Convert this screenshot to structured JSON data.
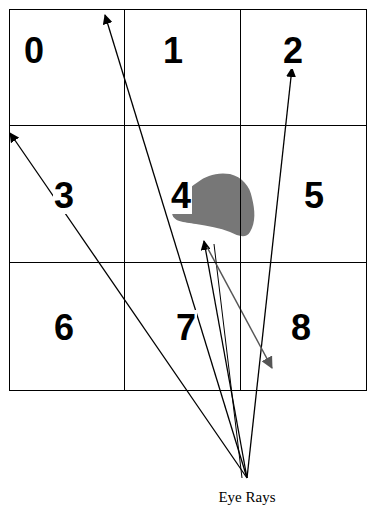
{
  "diagram": {
    "nodes": [
      {
        "text": [
          "0"
        ]
      },
      {
        "text": [
          "1"
        ]
      },
      {
        "text": [
          "2"
        ]
      },
      {
        "text": [
          "3"
        ]
      },
      {
        "text": [
          "4"
        ]
      },
      {
        "text": [
          "5"
        ]
      },
      {
        "text": [
          "6"
        ]
      },
      {
        "text": [
          "7"
        ]
      },
      {
        "text": [
          "8"
        ]
      }
    ],
    "labels": [
      "Eye Rays"
    ]
  }
}
